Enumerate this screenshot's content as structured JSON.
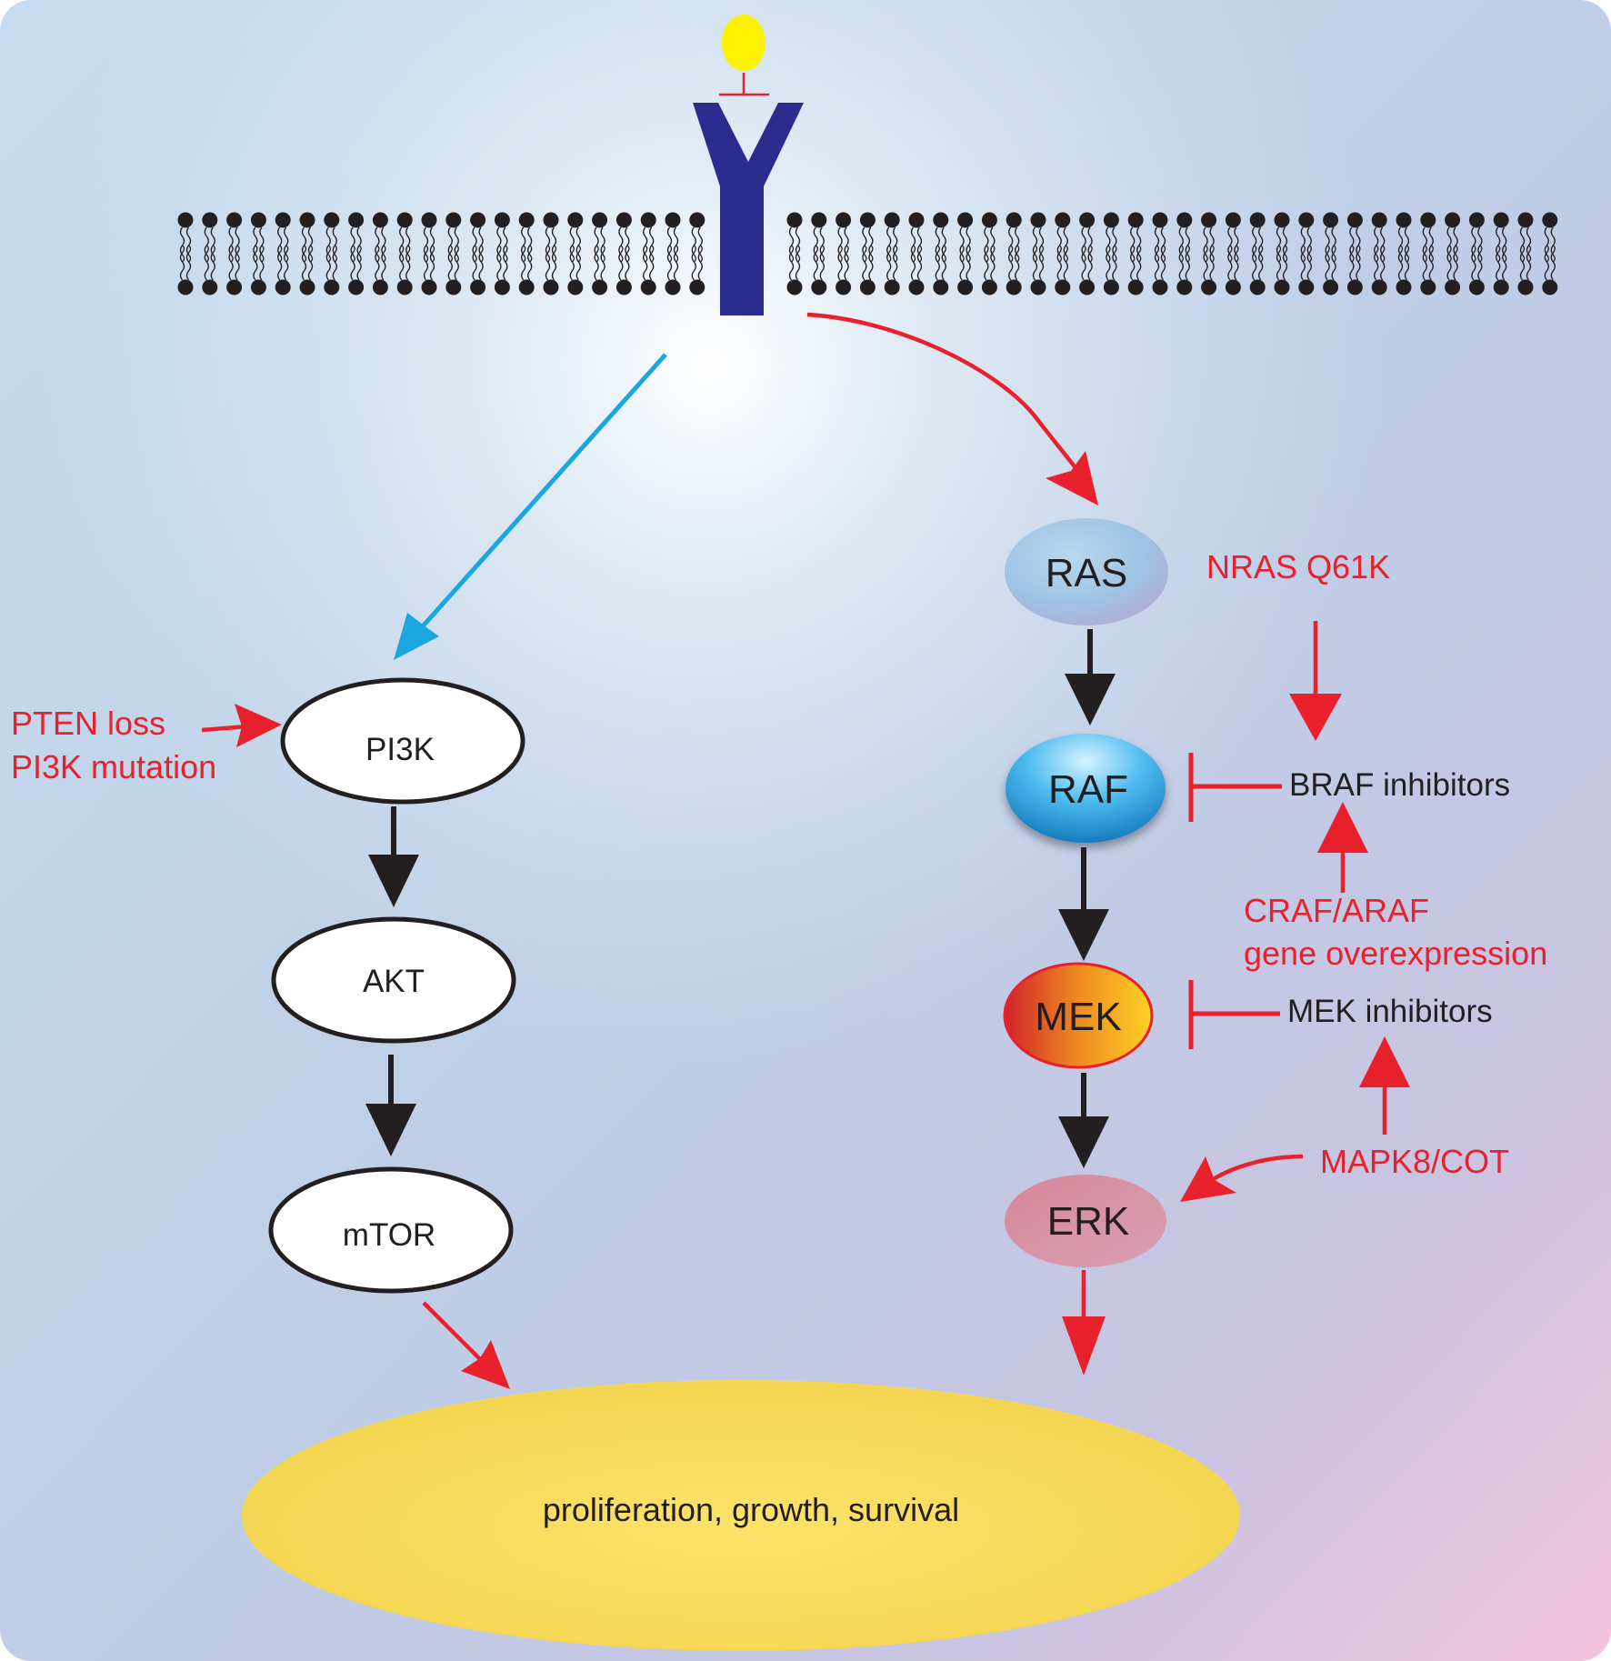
{
  "nodes": {
    "pi3k": "PI3K",
    "akt": "AKT",
    "mtor": "mTOR",
    "ras": "RAS",
    "raf": "RAF",
    "mek": "MEK",
    "erk": "ERK",
    "outcome": "proliferation, growth, survival"
  },
  "annotations": {
    "pten_loss": "PTEN loss",
    "pi3k_mutation": "PI3K mutation",
    "nras": "NRAS Q61K",
    "braf_inhibitors": "BRAF inhibitors",
    "craf_araf": "CRAF/ARAF",
    "gene_overexpression": "gene overexpression",
    "mek_inhibitors": "MEK inhibitors",
    "mapk8_cot": "MAPK8/COT"
  },
  "colors": {
    "activation": "#e8212c",
    "pi3k_branch": "#1aa7e1",
    "cascade": "#231f20",
    "receptor": "#2b2d8e",
    "ligand": "#fff200",
    "membrane": "#231f20"
  },
  "icons": {
    "receptor": "y-shaped-receptor-icon",
    "ligand": "ligand-icon",
    "membrane": "lipid-bilayer-icon"
  }
}
